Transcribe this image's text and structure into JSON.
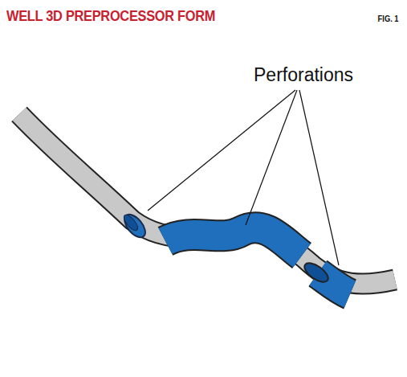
{
  "diagram": {
    "title": "WELL 3D PREPROCESSOR FORM",
    "labels": [
      "Perforations",
      "FIG. 1"
    ]
  }
}
